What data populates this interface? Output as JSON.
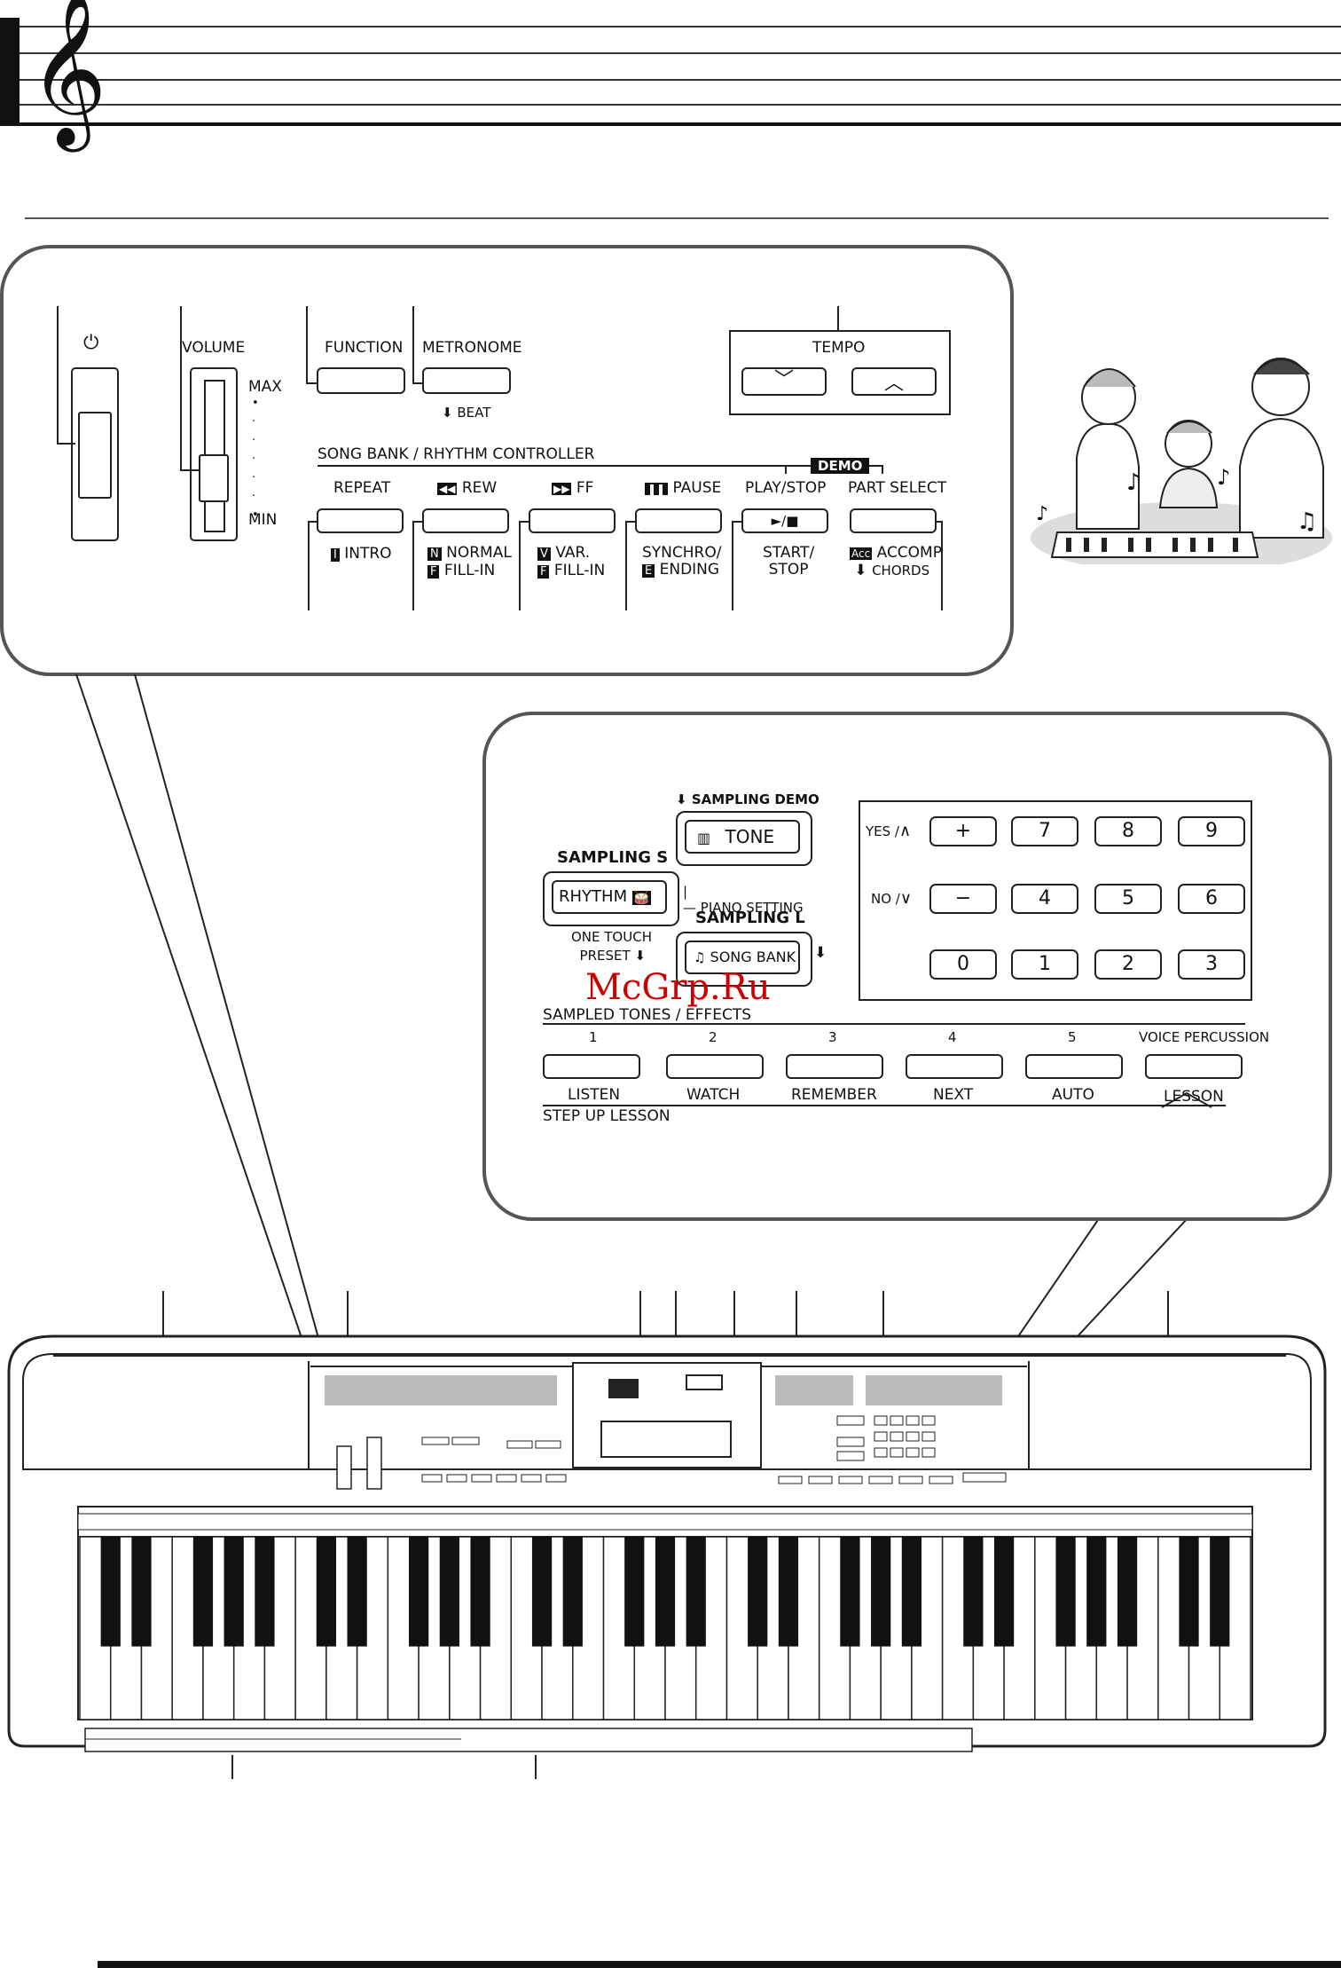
{
  "top_panel": {
    "power_symbol": "⏻",
    "volume": "VOLUME",
    "max": "MAX",
    "min": "MIN",
    "function": "FUNCTION",
    "metronome": "METRONOME",
    "beat": "BEAT",
    "tempo": "TEMPO",
    "controller_title": "SONG BANK / RHYTHM CONTROLLER",
    "demo": "DEMO",
    "buttons": [
      {
        "top": "REPEAT",
        "bottom1": "INTRO",
        "bottom2": "",
        "icon1": "I",
        "icon2": ""
      },
      {
        "top": "REW",
        "bottom1": "NORMAL",
        "bottom2": "FILL-IN",
        "icon1": "N",
        "icon2": "F"
      },
      {
        "top": "FF",
        "bottom1": "VAR.",
        "bottom2": "FILL-IN",
        "icon1": "V",
        "icon2": "F"
      },
      {
        "top": "PAUSE",
        "bottom1": "SYNCHRO/",
        "bottom2": "ENDING",
        "icon1": "",
        "icon2": "E"
      },
      {
        "top": "PLAY/STOP",
        "bottom1": "START/",
        "bottom2": "STOP",
        "icon1": "",
        "icon2": ""
      },
      {
        "top": "PART SELECT",
        "bottom1": "ACCOMP",
        "bottom2": "CHORDS",
        "icon1": "Acc",
        "icon2": ""
      }
    ],
    "play_stop_symbol": "►/■"
  },
  "bottom_panel": {
    "sampling_demo": "SAMPLING DEMO",
    "tone": "TONE",
    "sampling_s": "SAMPLING S",
    "rhythm": "RHYTHM",
    "piano_setting": "PIANO SETTING",
    "sampling_l": "SAMPLING L",
    "one_touch": "ONE TOUCH",
    "preset": "PRESET",
    "song_bank": "SONG BANK",
    "yes": "YES /",
    "no": "NO /",
    "keys_row1": [
      "+",
      "7",
      "8",
      "9"
    ],
    "keys_row2": [
      "−",
      "4",
      "5",
      "6"
    ],
    "keys_row3": [
      "0",
      "1",
      "2",
      "3"
    ],
    "sampled_title": "SAMPLED TONES / EFFECTS",
    "step_numbers": [
      "1",
      "2",
      "3",
      "4",
      "5"
    ],
    "voice_percussion": "VOICE PERCUSSION",
    "step_labels": [
      "LISTEN",
      "WATCH",
      "REMEMBER",
      "NEXT",
      "AUTO",
      "LESSON"
    ],
    "step_up_lesson": "STEP UP LESSON"
  },
  "watermark": "McGrp.Ru"
}
